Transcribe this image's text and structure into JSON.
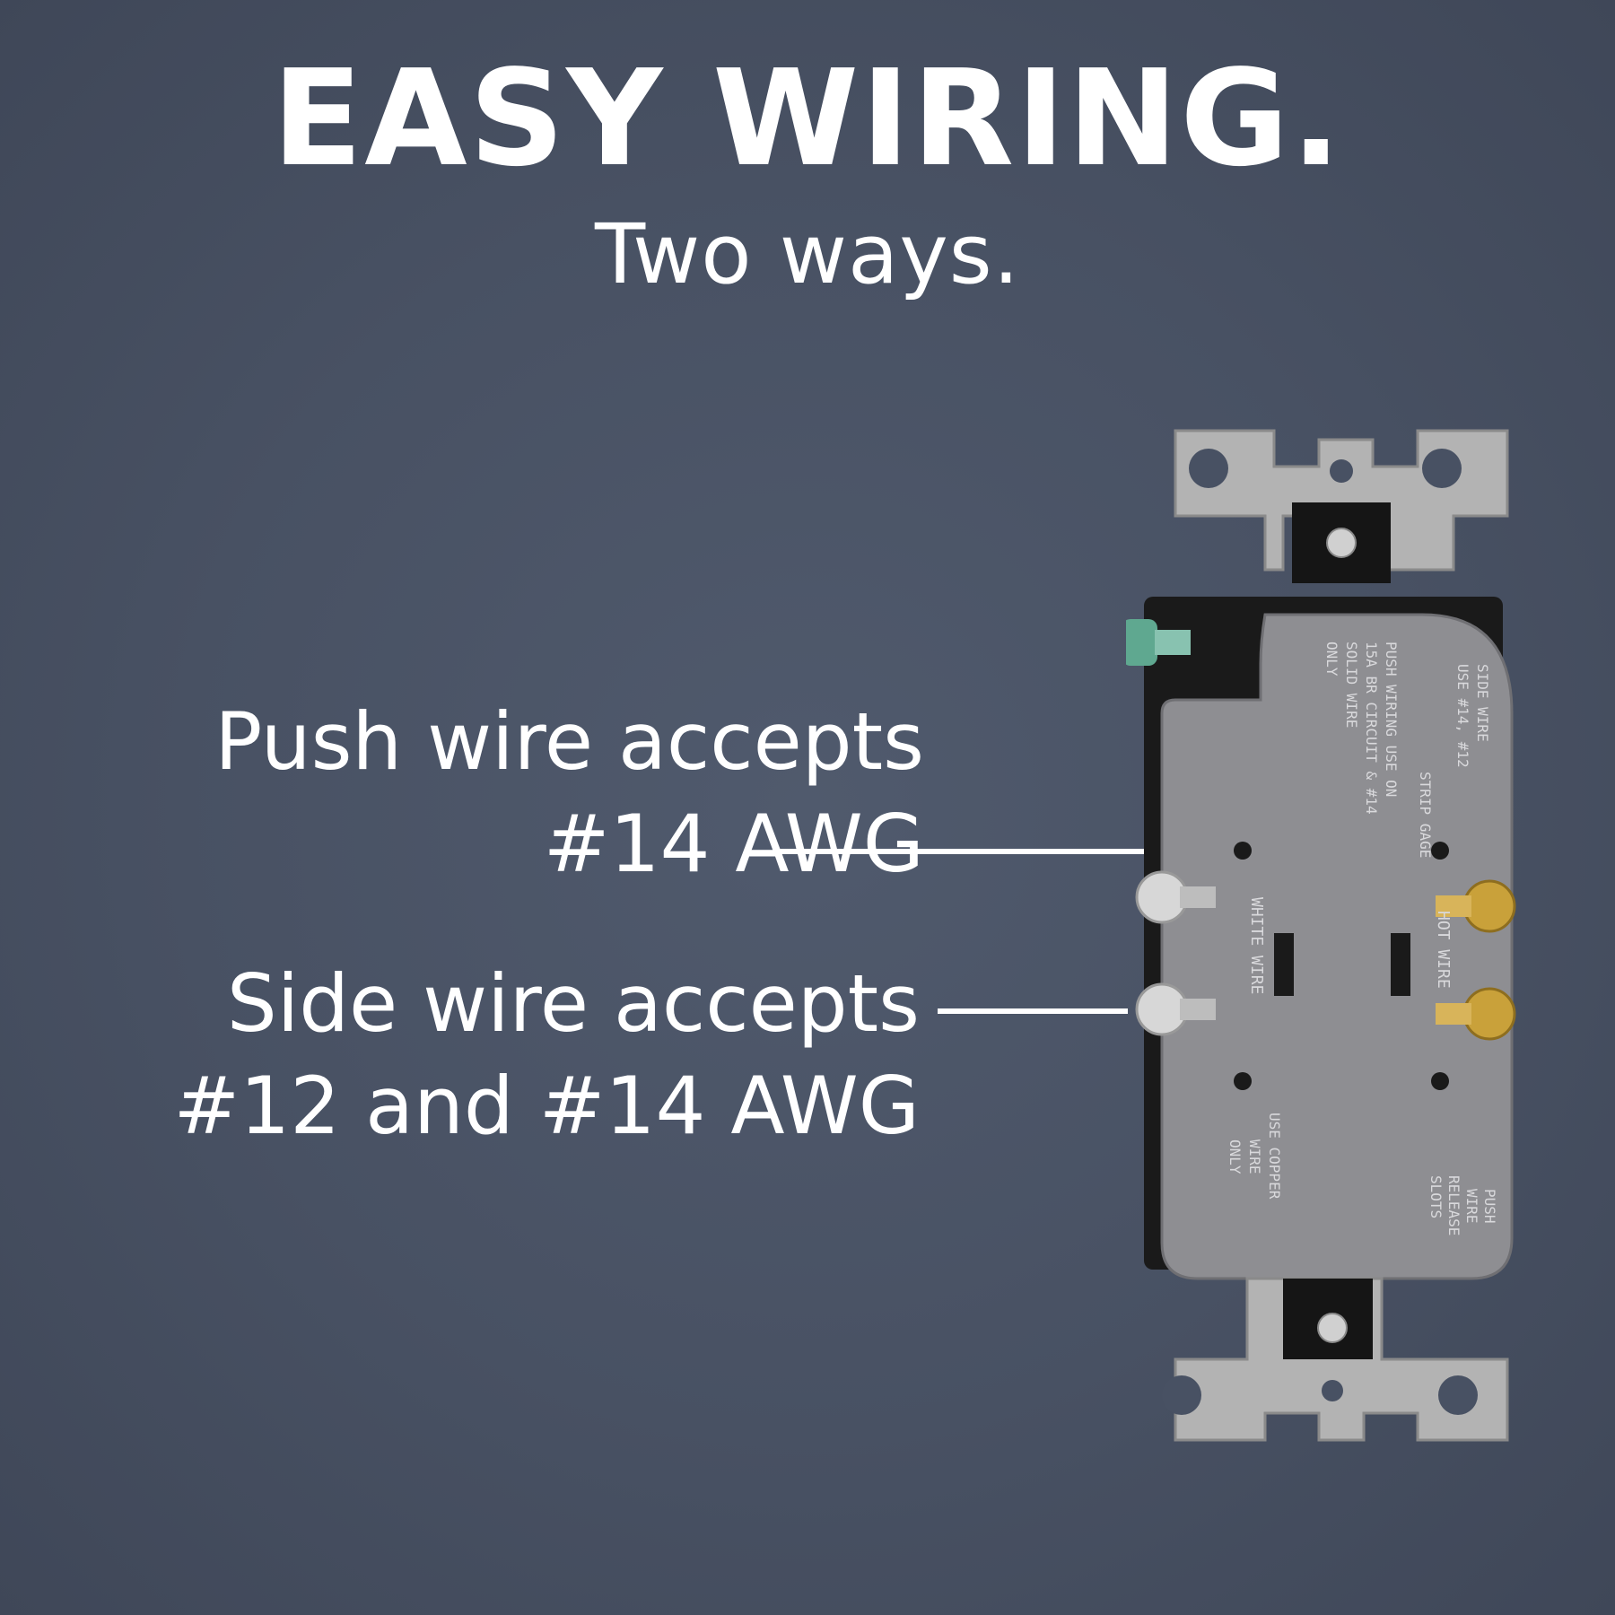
{
  "header": {
    "title": "EASY WIRING.",
    "subtitle": "Two ways."
  },
  "callouts": {
    "push_line1": "Push wire accepts",
    "push_line2": "#14 AWG",
    "side_line1": "Side wire accepts",
    "side_line2": "#12 and #14 AWG"
  },
  "device_labels": {
    "side_wire": "SIDE WIRE",
    "side_wire_gauge": "USE #14, #12",
    "strip_gage": "STRIP GAGE",
    "push_wiring_1": "PUSH WIRING USE ON",
    "push_wiring_2": "15A BR CIRCUIT & #14",
    "push_wiring_3": "SOLID WIRE",
    "push_wiring_4": "ONLY",
    "white_wire": "WHITE WIRE",
    "hot_wire": "HOT WIRE",
    "use_copper_1": "USE COPPER",
    "use_copper_2": "WIRE",
    "use_copper_3": "ONLY",
    "push_release_1": "PUSH",
    "push_release_2": "WIRE",
    "push_release_3": "RELEASE",
    "push_release_4": "SLOTS"
  },
  "colors": {
    "background": "#485163",
    "text": "#ffffff",
    "device_body": "#8e8e92",
    "mounting_strap": "#b3b3b3",
    "brass_screw": "#c9a13a",
    "silver_screw": "#d7d7d7",
    "ground_screw": "#5fa890"
  }
}
